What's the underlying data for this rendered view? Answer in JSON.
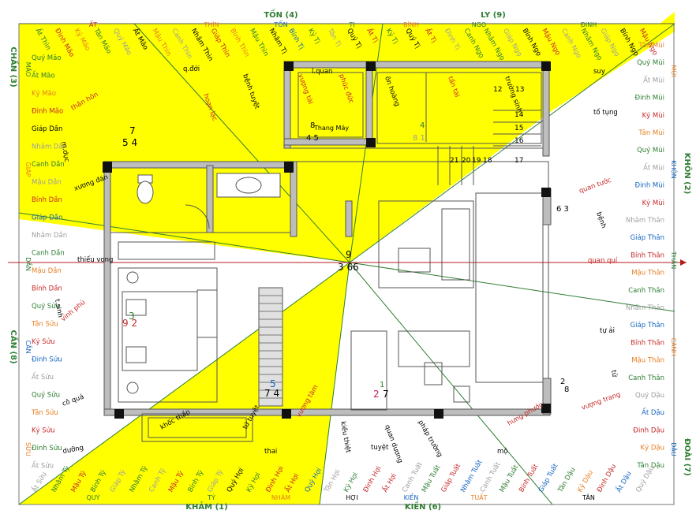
{
  "directions": {
    "ton": "TỐN (4)",
    "ly": "LY (9)",
    "chan": "CHẤN (3)",
    "khon": "KHÔN (2)",
    "can": "CẤN (8)",
    "doai": "ĐOÀI (7)",
    "kham": "KHẢM (1)",
    "kien": "KIỀN (6)"
  },
  "top_labels": [
    {
      "text": "Ất Thìn",
      "color": "#2e7d32"
    },
    {
      "text": "Đinh Mão",
      "color": "#c62828"
    },
    {
      "text": "Kỷ Mão",
      "color": "#e67e22"
    },
    {
      "text": "Tân Mão",
      "color": "#2e7d32"
    },
    {
      "text": "Quý Mão",
      "color": "#9e9e9e"
    },
    {
      "text": "Ất Mão",
      "color": "#000000"
    },
    {
      "text": "Mậu Thìn",
      "color": "#e67e22"
    },
    {
      "text": "Canh Thìn",
      "color": "#9e9e9e"
    },
    {
      "text": "Nhâm Thìn",
      "color": "#000000"
    },
    {
      "text": "Giáp Thìn",
      "color": "#c62828"
    },
    {
      "text": "Bính Thìn",
      "color": "#e67e22"
    },
    {
      "text": "Mậu Thìn",
      "color": "#2e7d32"
    },
    {
      "text": "Nhâm Tị",
      "color": "#000000"
    },
    {
      "text": "Bính Tị",
      "color": "#1565c0"
    },
    {
      "text": "Kỷ Tị",
      "color": "#2e7d32"
    },
    {
      "text": "Tân Tị",
      "color": "#9e9e9e"
    },
    {
      "text": "Quý Tị",
      "color": "#000000"
    },
    {
      "text": "Ất Tị",
      "color": "#c62828"
    },
    {
      "text": "Kỷ Tị",
      "color": "#2e7d32"
    },
    {
      "text": "Quý Tị",
      "color": "#000000"
    },
    {
      "text": "Ất Tị",
      "color": "#c62828"
    },
    {
      "text": "Đinh Tị",
      "color": "#9e9e9e"
    },
    {
      "text": "Canh Ngọ",
      "color": "#2e7d32"
    },
    {
      "text": "Nhâm Ngọ",
      "color": "#2e7d32"
    },
    {
      "text": "Giáp Ngọ",
      "color": "#9e9e9e"
    },
    {
      "text": "Bính Ngọ",
      "color": "#000000"
    },
    {
      "text": "Mậu Ngọ",
      "color": "#c62828"
    },
    {
      "text": "Canh Ngọ",
      "color": "#9e9e9e"
    },
    {
      "text": "Nhâm Ngọ",
      "color": "#2e7d32"
    },
    {
      "text": "Giáp Ngọ",
      "color": "#9e9e9e"
    },
    {
      "text": "Bính Ngọ",
      "color": "#000000"
    },
    {
      "text": "Mậu Ngọ",
      "color": "#c62828"
    }
  ],
  "top_sub": [
    {
      "text": "ẤT",
      "color": "#c62828"
    },
    {
      "text": "THÌN",
      "color": "#e67e22"
    },
    {
      "text": "TỐN",
      "color": "#1565c0"
    },
    {
      "text": "TỊ",
      "color": "#2e7d32"
    },
    {
      "text": "BÍNH",
      "color": "#e67e22"
    },
    {
      "text": "NGỌ",
      "color": "#2e7d32"
    },
    {
      "text": "ĐINH",
      "color": "#2e7d32"
    }
  ],
  "left_labels": [
    {
      "text": "Quý Mão",
      "color": "#2e7d32"
    },
    {
      "text": "Ất Mão",
      "color": "#2e7d32"
    },
    {
      "text": "Kỷ Mão",
      "color": "#e67e22"
    },
    {
      "text": "Đinh Mão",
      "color": "#c62828"
    },
    {
      "text": "Giáp Dần",
      "color": "#000000"
    },
    {
      "text": "Nhâm Dần",
      "color": "#9e9e9e"
    },
    {
      "text": "Canh Dần",
      "color": "#2e7d32"
    },
    {
      "text": "Mậu Dần",
      "color": "#9e9e9e"
    },
    {
      "text": "Bính Dần",
      "color": "#c62828"
    },
    {
      "text": "Giáp Dần",
      "color": "#1565c0"
    },
    {
      "text": "Nhâm Dần",
      "color": "#9e9e9e"
    },
    {
      "text": "Canh Dần",
      "color": "#2e7d32"
    },
    {
      "text": "Mậu Dần",
      "color": "#e67e22"
    },
    {
      "text": "Bính Dần",
      "color": "#c62828"
    },
    {
      "text": "Quý Sửu",
      "color": "#2e7d32"
    },
    {
      "text": "Tân Sửu",
      "color": "#e67e22"
    },
    {
      "text": "Kỷ Sửu",
      "color": "#c62828"
    },
    {
      "text": "Đinh Sửu",
      "color": "#1565c0"
    },
    {
      "text": "Ất Sửu",
      "color": "#9e9e9e"
    },
    {
      "text": "Quý Sửu",
      "color": "#2e7d32"
    },
    {
      "text": "Tân Sửu",
      "color": "#e67e22"
    },
    {
      "text": "Kỷ Sửu",
      "color": "#c62828"
    },
    {
      "text": "Đinh Sửu",
      "color": "#2e7d32"
    },
    {
      "text": "Ất Sửu",
      "color": "#9e9e9e"
    }
  ],
  "left_sub": [
    {
      "text": "MÃO",
      "color": "#2e7d32"
    },
    {
      "text": "GIÁP",
      "color": "#e67e22"
    },
    {
      "text": "DẦN",
      "color": "#2e7d32"
    },
    {
      "text": "CẤN",
      "color": "#1565c0"
    },
    {
      "text": "SỬU",
      "color": "#e67e22"
    }
  ],
  "right_labels": [
    {
      "text": "Tân Mùi",
      "color": "#e67e22"
    },
    {
      "text": "Quý Mùi",
      "color": "#2e7d32"
    },
    {
      "text": "Ất Mùi",
      "color": "#9e9e9e"
    },
    {
      "text": "Đinh Mùi",
      "color": "#2e7d32"
    },
    {
      "text": "Kỷ Mùi",
      "color": "#c62828"
    },
    {
      "text": "Tân Mùi",
      "color": "#e67e22"
    },
    {
      "text": "Quý Mùi",
      "color": "#2e7d32"
    },
    {
      "text": "Ất Mùi",
      "color": "#9e9e9e"
    },
    {
      "text": "Đinh Mùi",
      "color": "#1565c0"
    },
    {
      "text": "Kỷ Mùi",
      "color": "#c62828"
    },
    {
      "text": "Nhâm Thân",
      "color": "#9e9e9e"
    },
    {
      "text": "Giáp Thân",
      "color": "#1565c0"
    },
    {
      "text": "Bính Thân",
      "color": "#c62828"
    },
    {
      "text": "Mậu Thân",
      "color": "#e67e22"
    },
    {
      "text": "Canh Thân",
      "color": "#2e7d32"
    },
    {
      "text": "Nhâm Thân",
      "color": "#9e9e9e"
    },
    {
      "text": "Giáp Thân",
      "color": "#1565c0"
    },
    {
      "text": "Bính Thân",
      "color": "#c62828"
    },
    {
      "text": "Mậu Thân",
      "color": "#e67e22"
    },
    {
      "text": "Canh Thân",
      "color": "#2e7d32"
    },
    {
      "text": "Quý Dậu",
      "color": "#9e9e9e"
    },
    {
      "text": "Ất Dậu",
      "color": "#1565c0"
    },
    {
      "text": "Đinh Dậu",
      "color": "#c62828"
    },
    {
      "text": "Kỷ Dậu",
      "color": "#e67e22"
    },
    {
      "text": "Tân Dậu",
      "color": "#2e7d32"
    }
  ],
  "right_sub": [
    {
      "text": "MÙI",
      "color": "#e67e22"
    },
    {
      "text": "KHÔN",
      "color": "#1565c0"
    },
    {
      "text": "THÂN",
      "color": "#2e7d32"
    },
    {
      "text": "CANH",
      "color": "#e67e22"
    },
    {
      "text": "DẬU",
      "color": "#1565c0"
    }
  ],
  "bottom_labels": [
    {
      "text": "Ất Sửu",
      "color": "#9e9e9e"
    },
    {
      "text": "Nhâm Tý",
      "color": "#2e7d32"
    },
    {
      "text": "Mậu Tý",
      "color": "#c62828"
    },
    {
      "text": "Bính Tý",
      "color": "#2e7d32"
    },
    {
      "text": "Giáp Tý",
      "color": "#9e9e9e"
    },
    {
      "text": "Nhâm Tý",
      "color": "#2e7d32"
    },
    {
      "text": "Canh Tý",
      "color": "#9e9e9e"
    },
    {
      "text": "Mậu Tý",
      "color": "#c62828"
    },
    {
      "text": "Bính Tý",
      "color": "#2e7d32"
    },
    {
      "text": "Giáp Tý",
      "color": "#9e9e9e"
    },
    {
      "text": "Quý Hợi",
      "color": "#000000"
    },
    {
      "text": "Kỷ Hợi",
      "color": "#2e7d32"
    },
    {
      "text": "Đinh Hợi",
      "color": "#c62828"
    },
    {
      "text": "Ất Hợi",
      "color": "#c62828"
    },
    {
      "text": "Quý Hợi",
      "color": "#1565c0"
    },
    {
      "text": "Tân Hợi",
      "color": "#9e9e9e"
    },
    {
      "text": "Kỷ Hợi",
      "color": "#2e7d32"
    },
    {
      "text": "Đinh Hợi",
      "color": "#c62828"
    },
    {
      "text": "Ất Hợi",
      "color": "#c62828"
    },
    {
      "text": "Canh Tuất",
      "color": "#9e9e9e"
    },
    {
      "text": "Mậu Tuất",
      "color": "#2e7d32"
    },
    {
      "text": "Giáp Tuất",
      "color": "#c62828"
    },
    {
      "text": "Nhâm Tuất",
      "color": "#1565c0"
    },
    {
      "text": "Canh Tuất",
      "color": "#9e9e9e"
    },
    {
      "text": "Mậu Tuất",
      "color": "#2e7d32"
    },
    {
      "text": "Bính Tuất",
      "color": "#c62828"
    },
    {
      "text": "Giáp Tuất",
      "color": "#1565c0"
    },
    {
      "text": "Tân Dậu",
      "color": "#2e7d32"
    },
    {
      "text": "Kỷ Dậu",
      "color": "#e67e22"
    },
    {
      "text": "Đinh Dậu",
      "color": "#c62828"
    },
    {
      "text": "Ất Dậu",
      "color": "#1565c0"
    },
    {
      "text": "Quý Dậu",
      "color": "#9e9e9e"
    }
  ],
  "bottom_sub": [
    {
      "text": "QUÝ",
      "color": "#2e7d32"
    },
    {
      "text": "TÝ",
      "color": "#2e7d32"
    },
    {
      "text": "NHÂM",
      "color": "#e67e22"
    },
    {
      "text": "HỢI",
      "color": "#000000"
    },
    {
      "text": "KIỀN",
      "color": "#1565c0"
    },
    {
      "text": "TUẤT",
      "color": "#e67e22"
    },
    {
      "text": "TÂN",
      "color": "#000000"
    }
  ],
  "sector_notes": [
    {
      "text": "q.đới",
      "color": "#000000"
    },
    {
      "text": "hoạn lạc",
      "color": "#c62828"
    },
    {
      "text": "bệnh tuyệt",
      "color": "#000000"
    },
    {
      "text": "vượng tài",
      "color": "#c62828"
    },
    {
      "text": "phúc đức",
      "color": "#c62828"
    },
    {
      "text": "ôn hoàng",
      "color": "#000000"
    },
    {
      "text": "tấn tài",
      "color": "#c62828"
    },
    {
      "text": "trường sinh",
      "color": "#000000"
    },
    {
      "text": "l.quan",
      "color": "#000000"
    },
    {
      "text": "suy",
      "color": "#000000"
    },
    {
      "text": "tố tụng",
      "color": "#000000"
    },
    {
      "text": "thân hôn",
      "color": "#c62828"
    },
    {
      "text": "m.dục",
      "color": "#000000"
    },
    {
      "text": "xương đán",
      "color": "#000000"
    },
    {
      "text": "quan tước",
      "color": "#c62828"
    },
    {
      "text": "bệnh",
      "color": "#000000"
    },
    {
      "text": "thiếu vong",
      "color": "#000000"
    },
    {
      "text": "quan quí",
      "color": "#c62828"
    },
    {
      "text": "t.sinh",
      "color": "#000000"
    },
    {
      "text": "vinh phú",
      "color": "#c62828"
    },
    {
      "text": "tự ải",
      "color": "#000000"
    },
    {
      "text": "tử",
      "color": "#000000"
    },
    {
      "text": "cô quả",
      "color": "#000000"
    },
    {
      "text": "vượng trang",
      "color": "#c62828"
    },
    {
      "text": "dưỡng",
      "color": "#000000"
    },
    {
      "text": "thai",
      "color": "#000000"
    },
    {
      "text": "khốc thấp",
      "color": "#000000"
    },
    {
      "text": "tử tuyệt",
      "color": "#000000"
    },
    {
      "text": "vượng tàm",
      "color": "#c62828"
    },
    {
      "text": "kiều thiệt",
      "color": "#000000"
    },
    {
      "text": "tuyệt",
      "color": "#000000"
    },
    {
      "text": "quan dương",
      "color": "#000000"
    },
    {
      "text": "pháp trường",
      "color": "#000000"
    },
    {
      "text": "mộ",
      "color": "#000000"
    },
    {
      "text": "hưng phước",
      "color": "#c62828"
    }
  ],
  "room_labels": {
    "elevator": "Thang Máy",
    "elevator_nums": "4 5",
    "elevator_top": "8",
    "stair_top": "4",
    "stair_bottom": "8 1"
  },
  "stair_steps": [
    "12",
    "13",
    "14",
    "15",
    "16",
    "17",
    "18",
    "19",
    "20",
    "21"
  ],
  "flying_stars": [
    {
      "text": "7",
      "color": "#000000"
    },
    {
      "text": "5 4",
      "color": "#000000"
    },
    {
      "text": "9",
      "color": "#000000"
    },
    {
      "text": "3 6",
      "color": "#000000"
    },
    {
      "text": "3",
      "color": "#2e7d32"
    },
    {
      "text": "9 2",
      "color": "#c62828"
    },
    {
      "text": "5",
      "color": "#1565c0"
    },
    {
      "text": "7 4",
      "color": "#000000"
    },
    {
      "text": "1",
      "color": "#2e7d32"
    },
    {
      "text": "2",
      "color": "#c2185b"
    },
    {
      "text": "7",
      "color": "#000000"
    },
    {
      "text": "6",
      "color": "#000000"
    },
    {
      "text": "6 3",
      "color": "#000000"
    },
    {
      "text": "2",
      "color": "#000000"
    },
    {
      "text": "8",
      "color": "#000000"
    }
  ],
  "colors": {
    "yellow": "#ffff00",
    "wall": "#9e9e9e",
    "green_line": "#2e7d32",
    "red_axis": "#b71c1c"
  }
}
